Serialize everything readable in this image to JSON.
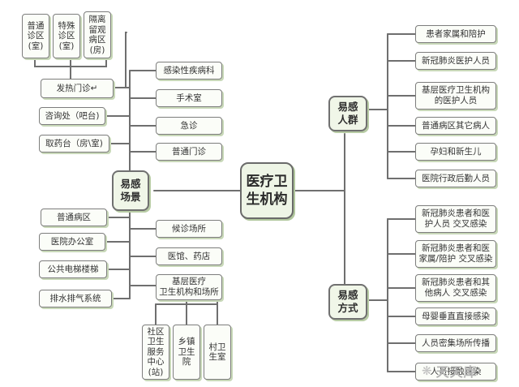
{
  "center": "医疗卫\n生机构",
  "scene_hub": "易感\n场景",
  "crowd_hub": "易感\n人群",
  "mode_hub": "易感\n方式",
  "fever_subs": [
    "普通\n诊区\n(室)",
    "特殊\n诊区\n(室)",
    "隔离\n留观\n病区\n(房)"
  ],
  "left_top": [
    "发热门诊↵",
    "咨询处（吧台)",
    "取药台（房\\室)"
  ],
  "mid_top": [
    "感染性疾病科",
    "手术室",
    "急诊",
    "普通门诊"
  ],
  "left_bottom": [
    "普通病区",
    "医院办公室",
    "公共电梯楼梯",
    "排水排气系统"
  ],
  "mid_bottom": [
    "候诊场所",
    "医馆、药店",
    "基层医疗\n卫生机构和场所"
  ],
  "basic_subs": [
    "社区\n卫生\n服务\n中心\n(站)",
    "乡镇\n卫生\n院",
    "村卫\n生室"
  ],
  "crowd_items": [
    "患者家属和陪护",
    "新冠肺炎医护人员",
    "基层医疗卫生机构\n的医护人员",
    "普通病区其它病人",
    "孕妇和新生儿",
    "医院行政后勤人员"
  ],
  "mode_items": [
    "新冠肺炎患者和医\n护人员 交叉感染",
    "新冠肺炎患者和医\n家属/陪护 交叉感染",
    "新冠肺炎患者和其\n他病人 交叉感染",
    "母婴垂直直接感染",
    "人员密集场所传播",
    "人员接触感染"
  ],
  "watermark": "天天库"
}
